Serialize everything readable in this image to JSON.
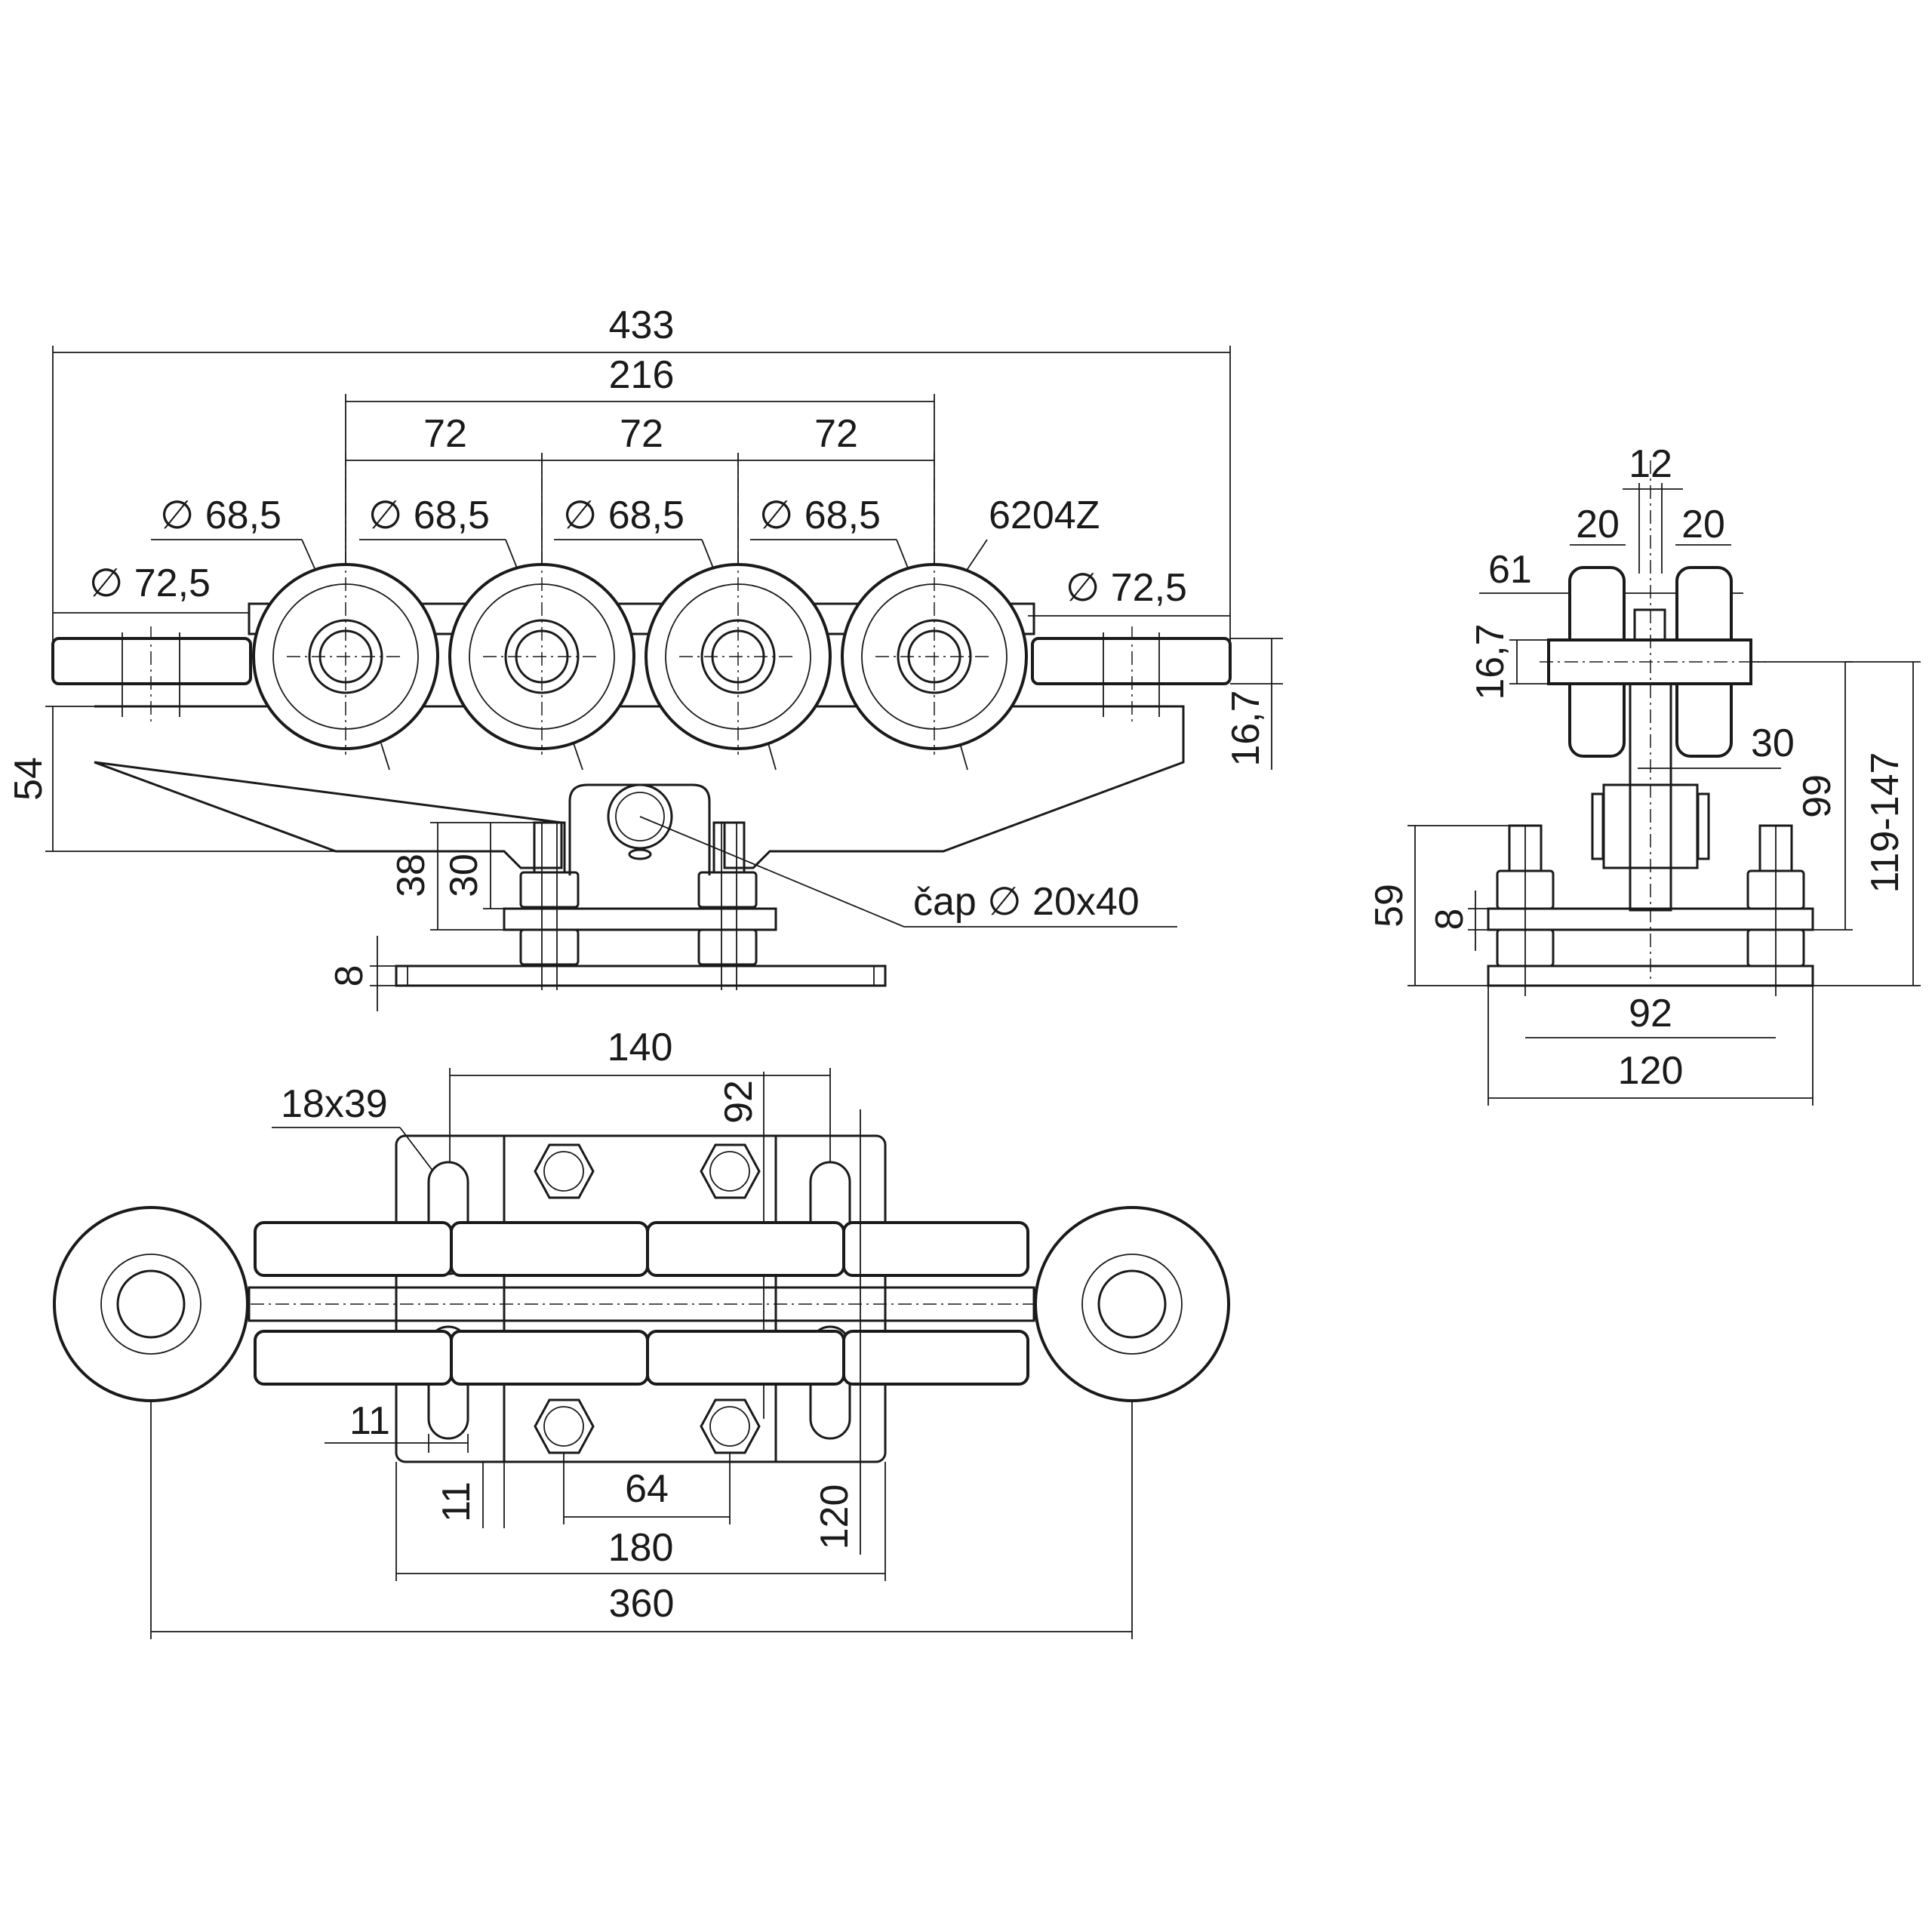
{
  "front_view": {
    "overall_length": "433",
    "roller_span": "216",
    "pitch_1": "72",
    "pitch_2": "72",
    "pitch_3": "72",
    "wheel_dia_1": "∅ 68,5",
    "wheel_dia_2": "∅ 68,5",
    "wheel_dia_3": "∅ 68,5",
    "wheel_dia_4": "∅ 68,5",
    "bearing": "6204Z",
    "guide_dia_left": "∅ 72,5",
    "guide_dia_right": "∅ 72,5",
    "guide_thickness": "16,7",
    "body_height": "54",
    "bracket_height_outer": "38",
    "bracket_height_inner": "30",
    "pin": "čap  ∅ 20x40",
    "plate_thickness": "8"
  },
  "side_view": {
    "center_gap": "12",
    "wheel_width_left": "20",
    "wheel_width_right": "20",
    "guide_height": "61",
    "guide_thickness": "16,7",
    "offset": "30",
    "height_99": "99",
    "height_range": "119-147",
    "height_59": "59",
    "plate_thickness": "8",
    "bolt_spacing": "92",
    "plate_width": "120"
  },
  "top_view": {
    "slot_spacing": "140",
    "slot_size": "18x39",
    "slot_pitch": "92",
    "slot_width": "11",
    "slot_offset": "11",
    "bolt_spacing": "64",
    "plate_length": "180",
    "plate_width": "120",
    "guide_spacing": "360"
  }
}
